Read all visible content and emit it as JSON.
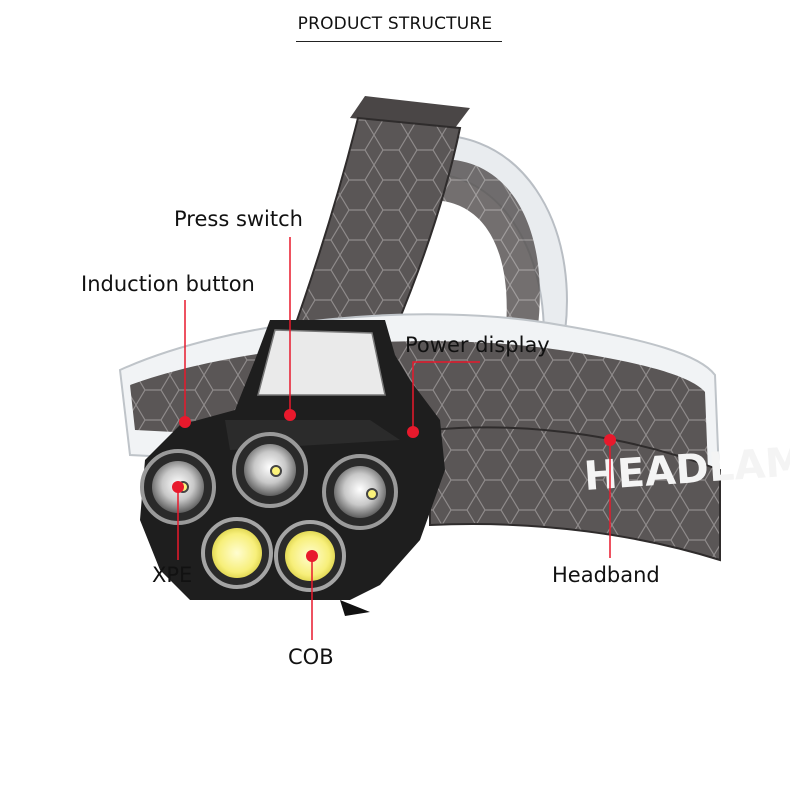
{
  "title": "PRODUCT STRUCTURE",
  "labels": {
    "press_switch": "Press switch",
    "induction_button": "Induction button",
    "power_display": "Power display",
    "xpe": "XPE",
    "headband": "Headband",
    "cob": "COB"
  },
  "band_text": "HEADLAMP",
  "colors": {
    "accent": "#e8192c",
    "band": "#5a5656",
    "band_dark": "#3f3c3c",
    "body": "#1e1e1e",
    "led": "#fbf27a"
  }
}
